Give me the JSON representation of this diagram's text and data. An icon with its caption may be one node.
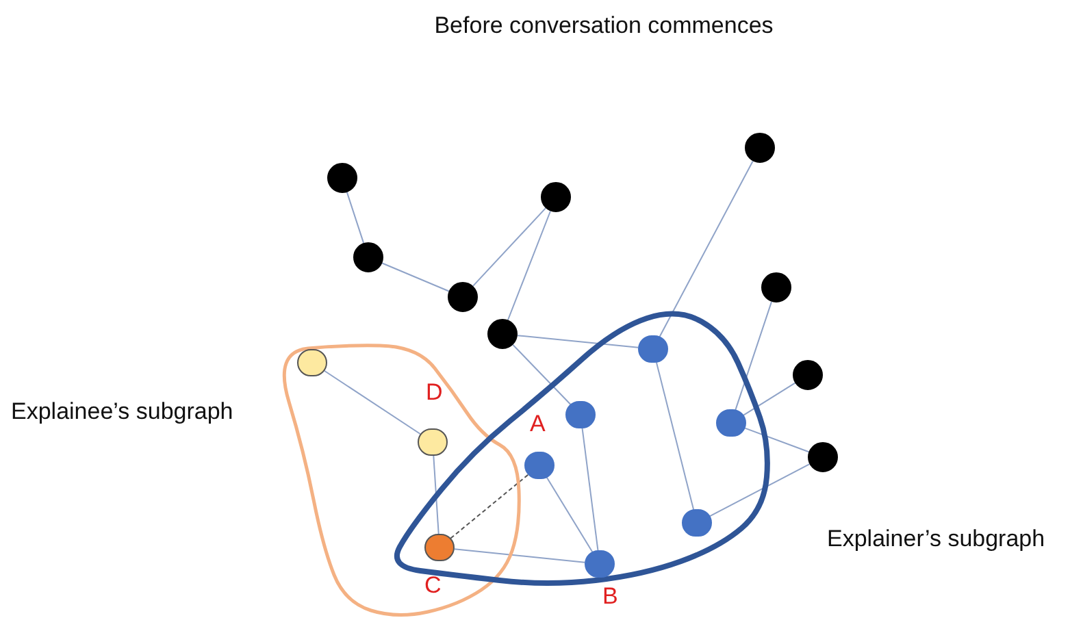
{
  "diagram": {
    "title": "Before conversation commences",
    "nodes": [
      {
        "text": [
          "Explainee’s subgraph"
        ]
      },
      {
        "text": [
          "Explainer’s subgraph"
        ]
      },
      {
        "text": [],
        "shape": "circle"
      },
      {
        "text": [],
        "shape": "circle"
      },
      {
        "text": [],
        "shape": "circle"
      },
      {
        "text": [],
        "shape": "circle"
      },
      {
        "text": [],
        "shape": "circle"
      },
      {
        "text": [],
        "shape": "circle"
      },
      {
        "text": [],
        "shape": "circle"
      },
      {
        "text": [],
        "shape": "circle",
        "in": 1
      },
      {
        "text": [],
        "shape": "circle",
        "in": 0
      },
      {
        "text": [],
        "shape": "circle"
      },
      {
        "text": [],
        "shape": "circle",
        "in": 1
      },
      {
        "text": [],
        "shape": "circle",
        "in": 1
      },
      {
        "text": [],
        "shape": "circle",
        "in": 0,
        "beside": [
          "D"
        ]
      },
      {
        "text": [],
        "shape": "circle"
      },
      {
        "text": [],
        "shape": "circle",
        "in": 1,
        "beside": [
          "A"
        ]
      },
      {
        "text": [],
        "shape": "circle",
        "in": 1
      },
      {
        "text": [],
        "shape": "circle",
        "beside": [
          "C"
        ]
      },
      {
        "text": [],
        "shape": "circle",
        "in": 1,
        "beside": [
          "B"
        ]
      }
    ],
    "edges": [
      {
        "from": 3,
        "to": 5,
        "arrow": "none"
      },
      {
        "from": 5,
        "to": 7,
        "arrow": "none"
      },
      {
        "from": 7,
        "to": 4,
        "arrow": "none"
      },
      {
        "from": 4,
        "to": 8,
        "arrow": "none"
      },
      {
        "from": 8,
        "to": 9,
        "arrow": "none"
      },
      {
        "from": 8,
        "to": 12,
        "arrow": "none"
      },
      {
        "from": 9,
        "to": 2,
        "arrow": "none"
      },
      {
        "from": 9,
        "to": 17,
        "arrow": "none"
      },
      {
        "from": 13,
        "to": 6,
        "arrow": "none"
      },
      {
        "from": 13,
        "to": 11,
        "arrow": "none"
      },
      {
        "from": 13,
        "to": 15,
        "arrow": "none"
      },
      {
        "from": 15,
        "to": 17,
        "arrow": "none"
      },
      {
        "from": 12,
        "to": 19,
        "arrow": "none"
      },
      {
        "from": 16,
        "to": 19,
        "arrow": "none"
      },
      {
        "from": 18,
        "to": 19,
        "arrow": "none"
      },
      {
        "from": 18,
        "to": 16,
        "arrow": "none",
        "style": "dashed",
        "color": "#555555"
      },
      {
        "from": 10,
        "to": 14,
        "arrow": "none"
      },
      {
        "from": 14,
        "to": 18,
        "arrow": "none"
      }
    ]
  }
}
